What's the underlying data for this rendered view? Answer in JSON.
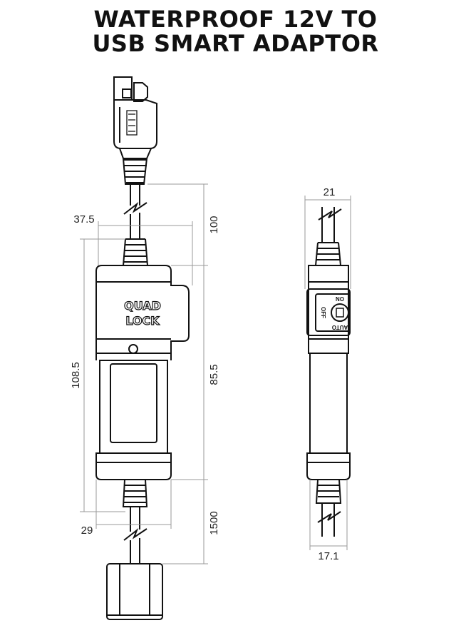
{
  "title": {
    "line1": "WATERPROOF 12V TO",
    "line2": "USB SMART ADAPTOR"
  },
  "brand": {
    "logo_line1": "QUAD",
    "logo_line2": "LOCK"
  },
  "dimensions": {
    "connector_width": "37.5",
    "cable_length_top": "100",
    "body_length": "108.5",
    "body_mid_length": "85.5",
    "body_width": "29",
    "cable_length_bottom": "1500",
    "side_width": "21",
    "side_bottom_width": "17.1"
  },
  "switch_labels": {
    "on": "ON",
    "off": "OFF",
    "auto": "AUTO"
  },
  "colors": {
    "line": "#111111",
    "dimension": "#9a9a9a"
  }
}
